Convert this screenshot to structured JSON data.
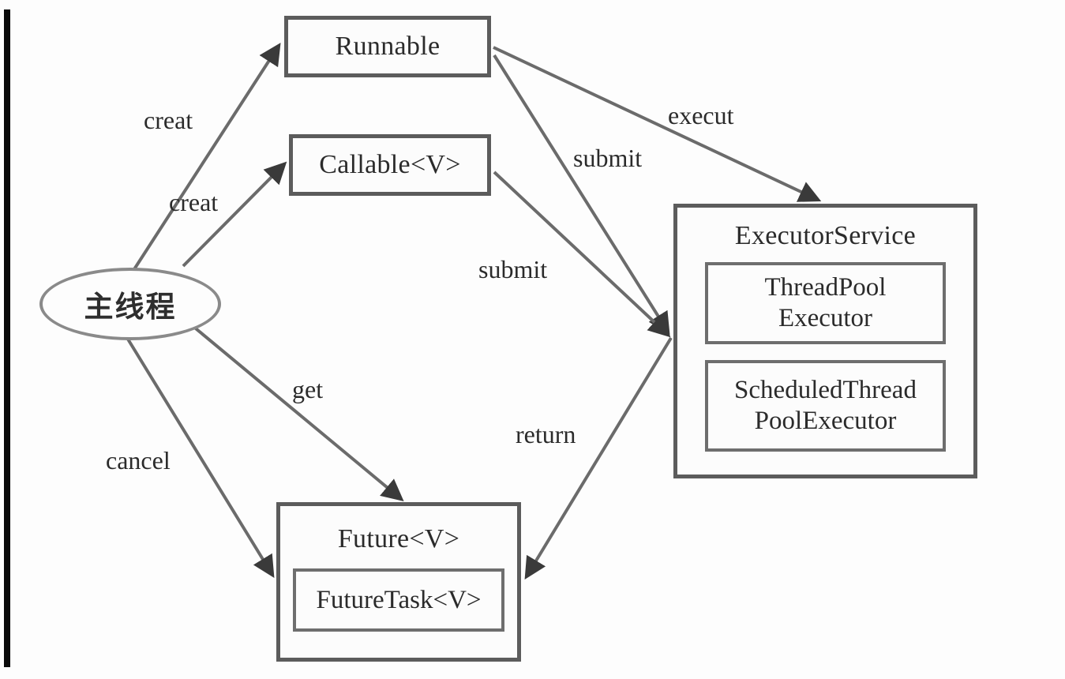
{
  "diagram": {
    "title": "Java Concurrency: Runnable / Callable / Future / ExecutorService",
    "type": "flow-diagram",
    "colors": {
      "node_border": "#5c5c5c",
      "inner_border": "#6e6e6e",
      "ellipse_border": "#8a8a8a",
      "edge": "#6b6b6b",
      "text": "#2b2b2b",
      "background": "#fdfdfd",
      "left_bar": "#0a0a0a"
    },
    "nodes": [
      {
        "id": "main-thread",
        "shape": "ellipse",
        "label": "主线程"
      },
      {
        "id": "runnable",
        "shape": "rect",
        "label": "Runnable"
      },
      {
        "id": "callable",
        "shape": "rect",
        "label": "Callable<V>"
      },
      {
        "id": "executor-service",
        "shape": "rect",
        "label": "ExecutorService",
        "children": [
          {
            "id": "thread-pool-executor",
            "line1": "ThreadPool",
            "line2": "Executor"
          },
          {
            "id": "scheduled-thread-pool-executor",
            "line1": "ScheduledThread",
            "line2": "PoolExecutor"
          }
        ]
      },
      {
        "id": "future",
        "shape": "rect",
        "label": "Future<V>",
        "children": [
          {
            "id": "future-task",
            "line1": "FutureTask<V>"
          }
        ]
      }
    ],
    "edges": [
      {
        "id": "edge-creat-runnable",
        "from": "main-thread",
        "to": "runnable",
        "label": "creat"
      },
      {
        "id": "edge-creat-callable",
        "from": "main-thread",
        "to": "callable",
        "label": "creat"
      },
      {
        "id": "edge-execut",
        "from": "runnable",
        "to": "executor-service",
        "label": "execut"
      },
      {
        "id": "edge-submit-runnable",
        "from": "runnable",
        "to": "executor-service",
        "label": "submit"
      },
      {
        "id": "edge-submit-callable",
        "from": "callable",
        "to": "executor-service",
        "label": "submit"
      },
      {
        "id": "edge-get",
        "from": "main-thread",
        "to": "future",
        "label": "get"
      },
      {
        "id": "edge-cancel",
        "from": "main-thread",
        "to": "future",
        "label": "cancel"
      },
      {
        "id": "edge-return",
        "from": "executor-service",
        "to": "future",
        "label": "return"
      }
    ]
  }
}
